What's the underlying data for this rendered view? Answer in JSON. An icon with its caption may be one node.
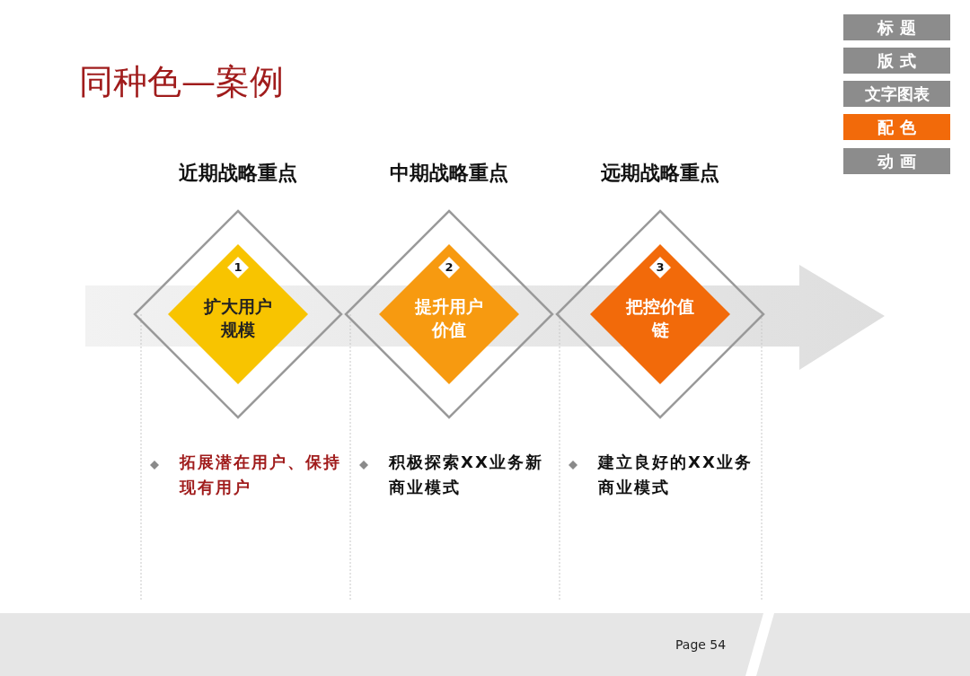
{
  "diagram": {
    "title": "同种色—案例",
    "nodes": [
      {
        "text": [
          "扩大用户规模"
        ],
        "beside": [
          "近期战略重点"
        ]
      },
      {
        "text": [
          "1"
        ],
        "in": 0
      },
      {
        "text": [
          "提升用户价值"
        ],
        "beside": [
          "中期战略重点"
        ]
      },
      {
        "text": [
          "2"
        ],
        "in": 2
      },
      {
        "text": [
          "把控价值链"
        ],
        "beside": [
          "远期战略重点"
        ]
      },
      {
        "text": [
          "3"
        ],
        "in": 4
      },
      {
        "text": [
          "标 题"
        ]
      },
      {
        "text": [
          "版 式"
        ]
      },
      {
        "text": [
          "文字图表"
        ]
      },
      {
        "text": [
          "配 色"
        ]
      },
      {
        "text": [
          "动 画"
        ]
      }
    ],
    "edges": [],
    "labels": [
      "拓展潜在用户、保持现有用户",
      "积极探索XX业务新商业模式",
      "建立良好的XX业务商业模式",
      "Page 54"
    ]
  }
}
